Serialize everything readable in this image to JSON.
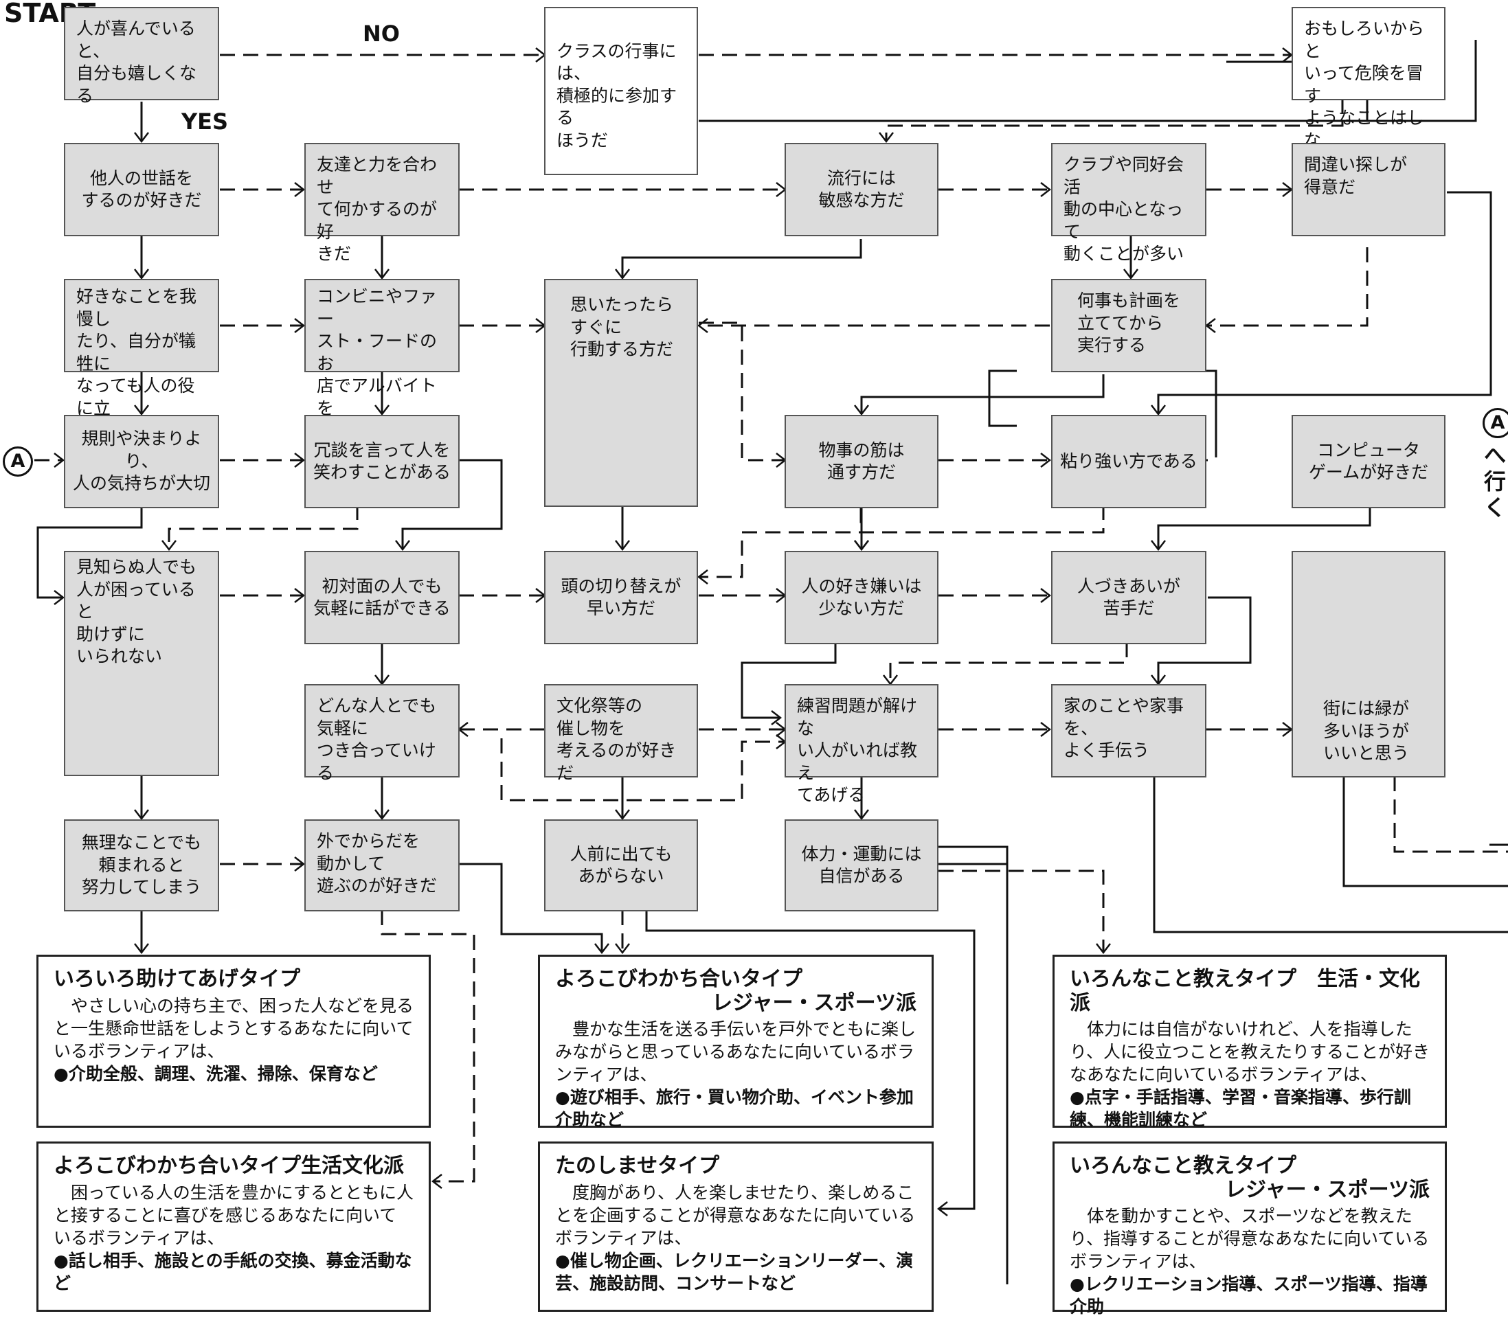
{
  "labels": {
    "start": "START",
    "yes": "YES",
    "no": "NO",
    "a_marker": "A",
    "goto_a": "へ行く"
  },
  "questions": {
    "q1": "人が喜んでいると、\n自分も嬉しくなる",
    "q2": "クラスの行事には、\n積極的に参加する\nほうだ",
    "q3": "おもしろいからと\nいって危険を冒す\nようなことはしな\nい",
    "q4": "他人の世話を\nするのが好きだ",
    "q5": "友達と力を合わせ\nて何かするのが好\nきだ",
    "q6": "流行には\n敏感な方だ",
    "q7": "クラブや同好会活\n動の中心となって\n動くことが多い",
    "q8": "間違い探しが\n得意だ",
    "q9": "好きなことを我慢し\nたり、自分が犠牲に\nなっても人の役に立\nつことをしたい",
    "q10": "コンビニやファー\nスト・フードのお\n店でアルバイトを\nしてみたい",
    "q11": "思いたったら\nすぐに\n行動する方だ",
    "q12": "何事も計画を\n立ててから\n実行する",
    "q13": "規則や決まりより、\n人の気持ちが大切",
    "q14": "冗談を言って人を\n笑わすことがある",
    "q15": "物事の筋は\n通す方だ",
    "q16": "粘り強い方である",
    "q17": "コンピュータ\nゲームが好きだ",
    "q18": "見知らぬ人でも\n人が困っていると\n助けずに\nいられない",
    "q19": "初対面の人でも\n気軽に話ができる",
    "q20": "頭の切り替えが\n早い方だ",
    "q21": "人の好き嫌いは\n少ない方だ",
    "q22": "人づきあいが\n苦手だ",
    "q23": "街には緑が\n多いほうが\nいいと思う",
    "q24": "どんな人とでも\n気軽に\nつき合っていける",
    "q25": "文化祭等の\n催し物を\n考えるのが好きだ",
    "q26": "練習問題が解けな\nい人がいれば教え\nてあげる",
    "q27": "家のことや家事を、\nよく手伝う",
    "q28": "無理なことでも\n頼まれると\n努力してしまう",
    "q29": "外でからだを\n動かして\n遊ぶのが好きだ",
    "q30": "人前に出ても\nあがらない",
    "q31": "体力・運動には\n自信がある"
  },
  "results": {
    "r1": {
      "title": "いろいろ助けてあげタイプ",
      "sub": "",
      "desc": "やさしい心の持ち主で、困った人などを見ると一生懸命世話をしようとするあなたに向いているボランティアは、",
      "acts": "●介助全般、調理、洗濯、掃除、保育など"
    },
    "r2": {
      "title": "よろこびわかち合いタイプ生活文化派",
      "sub": "",
      "desc": "困っている人の生活を豊かにするとともに人と接することに喜びを感じるあなたに向いているボランティアは、",
      "acts": "●話し相手、施設との手紙の交換、募金活動など"
    },
    "r3": {
      "title": "よろこびわかち合いタイプ",
      "sub": "レジャー・スポーツ派",
      "desc": "豊かな生活を送る手伝いを戸外でともに楽しみながらと思っているあなたに向いているボランティアは、",
      "acts": "●遊び相手、旅行・買い物介助、イベント参加介助など"
    },
    "r4": {
      "title": "たのしませタイプ",
      "sub": "",
      "desc": "度胸があり、人を楽しませたり、楽しめることを企画することが得意なあなたに向いているボランティアは、",
      "acts": "●催し物企画、レクリエーションリーダー、演芸、施設訪問、コンサートなど"
    },
    "r5": {
      "title": "いろんなこと教えタイプ　生活・文化派",
      "sub": "",
      "desc": "体力には自信がないけれど、人を指導したり、人に役立つことを教えたりすることが好きなあなたに向いているボランティアは、",
      "acts": "●点字・手話指導、学習・音楽指導、歩行訓練、機能訓練など"
    },
    "r6": {
      "title": "いろんなこと教えタイプ",
      "sub": "レジャー・スポーツ派",
      "desc": "体を動かすことや、スポーツなどを教えたり、指導することが得意なあなたに向いているボランティアは、",
      "acts": "●レクリエーション指導、スポーツ指導、指導介助"
    }
  }
}
